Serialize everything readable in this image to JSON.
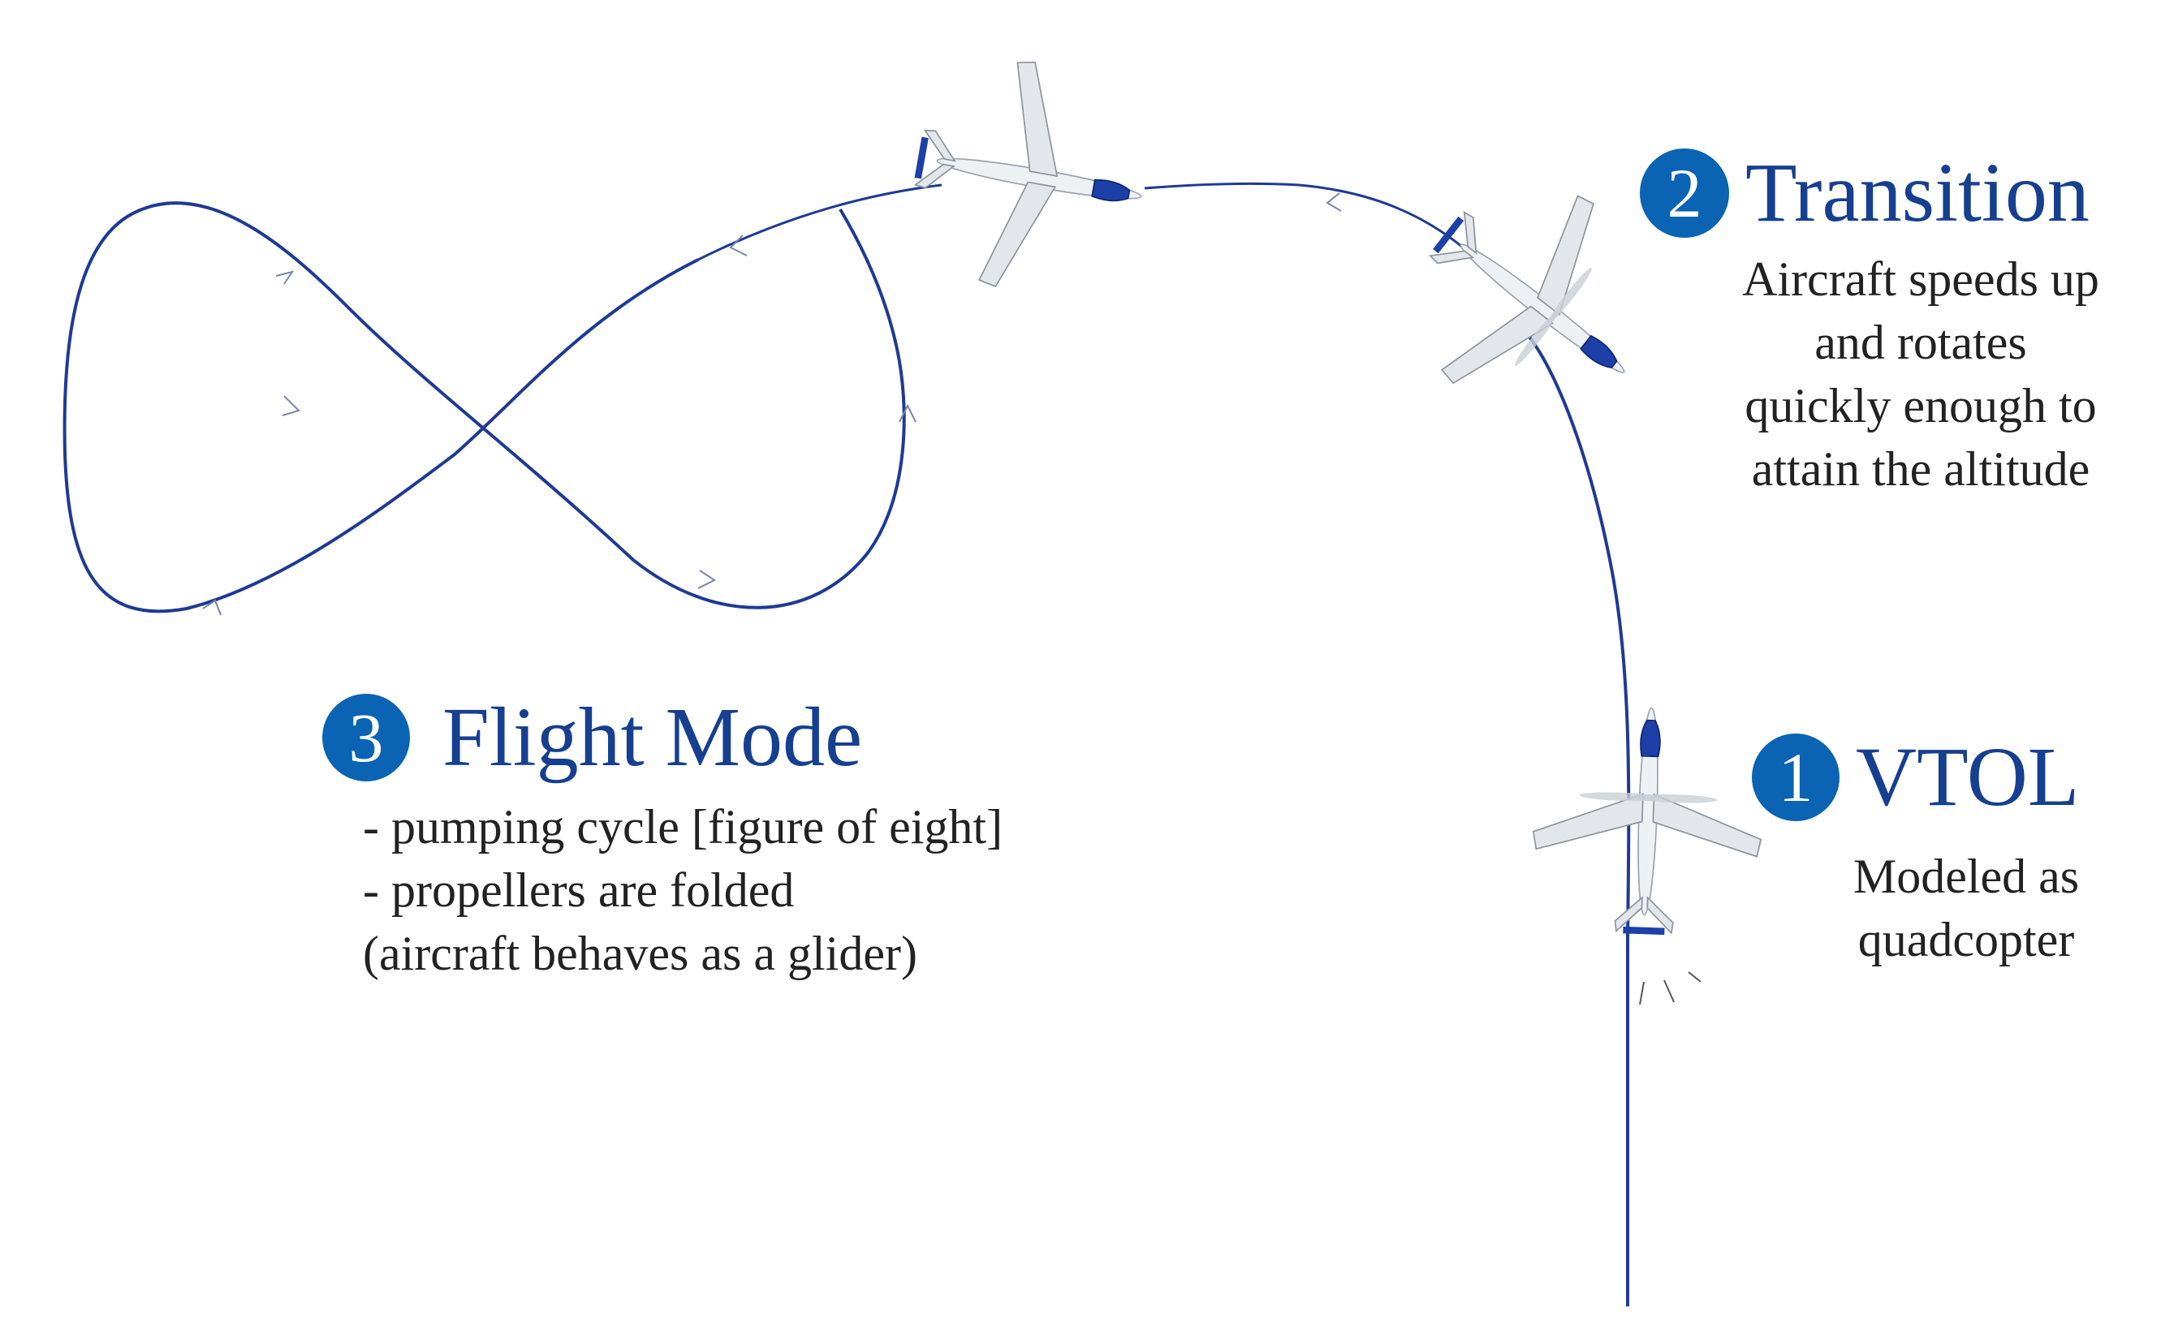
{
  "colors": {
    "path": "#1f3a93",
    "badge": "#0a63b3",
    "title": "#163f8f",
    "text": "#222222",
    "aircraft_body": "#eef1f4",
    "aircraft_canopy": "#1d3fa8"
  },
  "phases": {
    "transition": {
      "number": "2",
      "title": "Transition",
      "description": [
        "Aircraft speeds up",
        "and rotates",
        "quickly enough to",
        "attain the altitude"
      ]
    },
    "vtol": {
      "number": "1",
      "title": "VTOL",
      "description": [
        "Modeled as",
        "quadcopter"
      ]
    },
    "flight_mode": {
      "number": "3",
      "title": "Flight Mode",
      "description": [
        "- pumping cycle [figure of eight]",
        "- propellers are folded",
        "(aircraft behaves as a glider)"
      ]
    }
  },
  "icons": [
    "aircraft-vtol-icon",
    "aircraft-transition-icon",
    "aircraft-glider-icon"
  ]
}
